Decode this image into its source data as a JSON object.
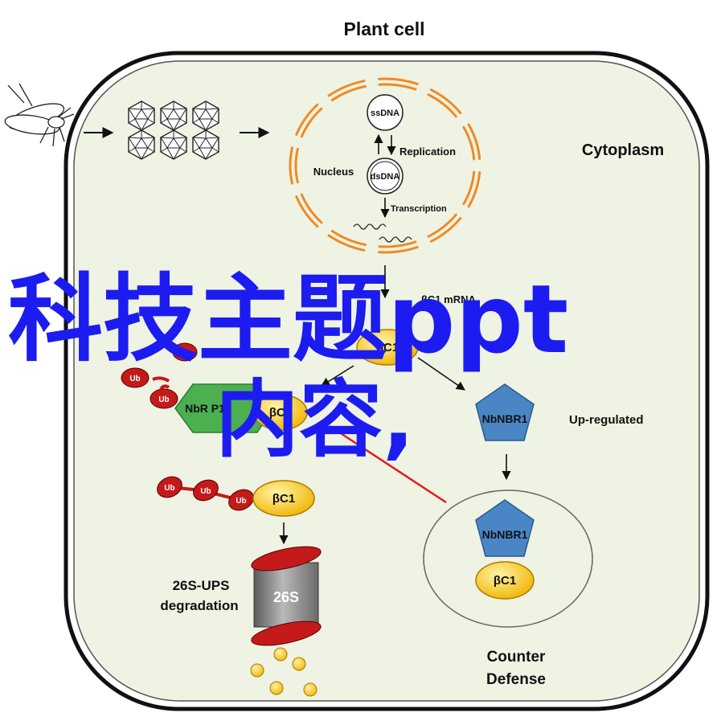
{
  "title": "Plant cell",
  "cytoplasm_label": "Cytoplasm",
  "nucleus": {
    "label": "Nucleus",
    "ssdna": "ssDNA",
    "dsdna": "dsDNA",
    "replication": "Replication",
    "transcription": "Transcription"
  },
  "mrna_label": "βC1 mRNA",
  "bc1_label": "βC1",
  "ub_label": "Ub",
  "nbnbr1_label": "NbNBR1",
  "nbrpt1_label": "NbR  P1",
  "upregulated_label": "Up-regulated",
  "degradation": {
    "line1": "26S-UPS",
    "line2": "degradation",
    "proteasome": "26S"
  },
  "counter_defense": {
    "line1": "Counter",
    "line2": "Defense"
  },
  "watermark": {
    "line1": "科技主题ppt",
    "line2": "内容,"
  },
  "colors": {
    "cell_fill": "#eef3e3",
    "nucleus_orange": "#f08a24",
    "bc1_yellow": "#f6c21d",
    "ub_red": "#c41a1a",
    "nbnbr1_blue": "#4a86c6",
    "nbrpt1_green": "#4caf50",
    "inhibit_red": "#e31b1b",
    "watermark_blue": "#1c1cf0"
  },
  "icons": [
    "whitefly-icon",
    "geminivirus-particle-icon",
    "proteasome-icon"
  ]
}
